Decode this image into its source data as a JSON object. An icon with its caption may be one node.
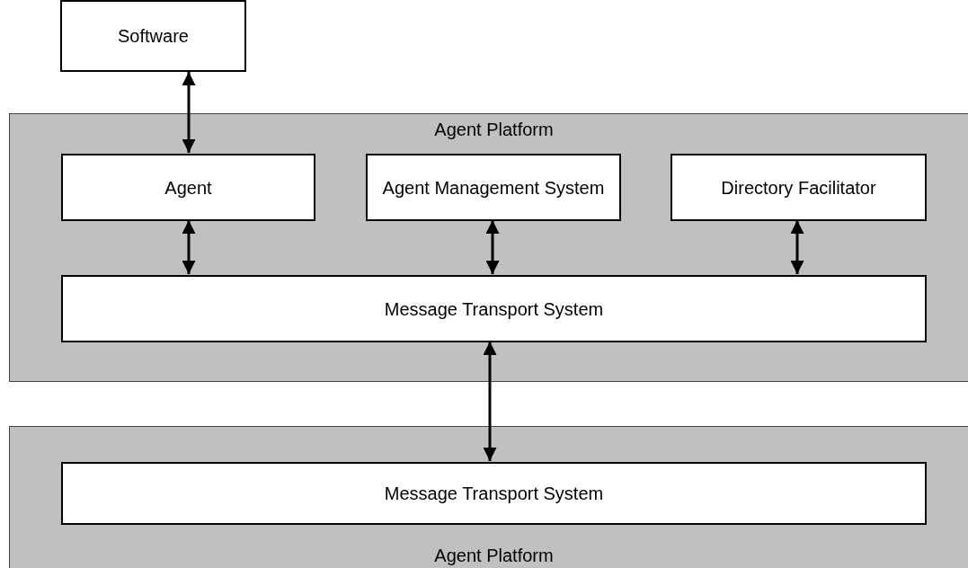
{
  "diagram": {
    "nodes": [
      {
        "text": [
          "Software"
        ]
      },
      {
        "text": [
          "Agent Platform"
        ]
      },
      {
        "text": [
          "Agent"
        ],
        "in": 1
      },
      {
        "text": [
          "Agent Management System"
        ],
        "in": 1
      },
      {
        "text": [
          "Directory Facilitator"
        ],
        "in": 1
      },
      {
        "text": [
          "Message Transport System"
        ],
        "in": 1
      },
      {
        "text": [
          "Agent Platform"
        ]
      },
      {
        "text": [
          "Message Transport System"
        ],
        "in": 6
      }
    ],
    "edges": [
      {
        "from": 0,
        "to": 2,
        "arrow": "both"
      },
      {
        "from": 2,
        "to": 5,
        "arrow": "both"
      },
      {
        "from": 3,
        "to": 5,
        "arrow": "both"
      },
      {
        "from": 4,
        "to": 5,
        "arrow": "both"
      },
      {
        "from": 5,
        "to": 7,
        "arrow": "both"
      }
    ]
  }
}
